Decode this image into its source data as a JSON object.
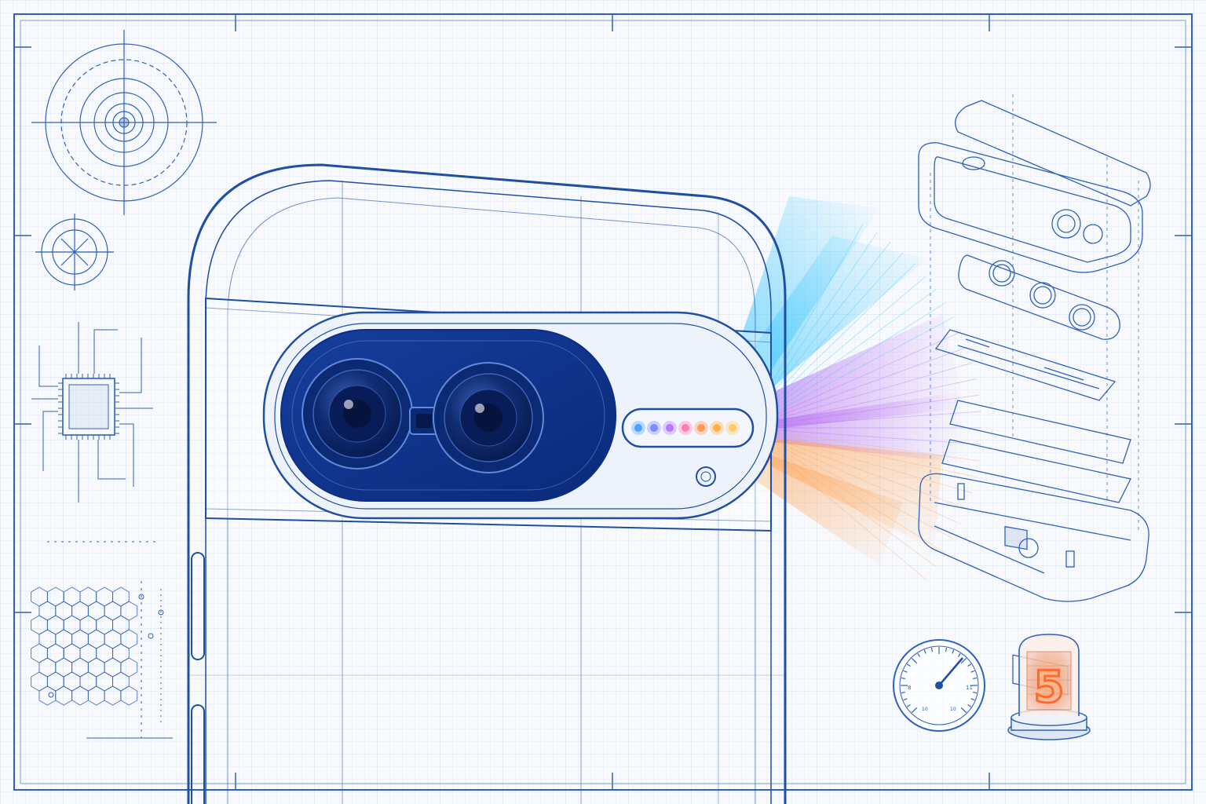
{
  "scene": {
    "description_kind": "blueprint-illustration",
    "colors": {
      "paper": "#f7f9fc",
      "grid": "#dfe8f4",
      "ink": "#1f4fa3",
      "ink_dark": "#0b2f86",
      "beam": [
        "#36c6ff",
        "#7f9bff",
        "#c56cf0",
        "#ff8fb0",
        "#ffb347"
      ]
    }
  },
  "nixie": {
    "digit": "5",
    "glow": "#ff6a2a"
  },
  "phone": {
    "led_colors": [
      "#4da3ff",
      "#7f8cff",
      "#b679ff",
      "#ff7fb0",
      "#ff9a5a",
      "#ffb347",
      "#ffcc66"
    ]
  },
  "gauge": {
    "tick_labels": [
      "8",
      "11",
      "10",
      "10"
    ]
  }
}
